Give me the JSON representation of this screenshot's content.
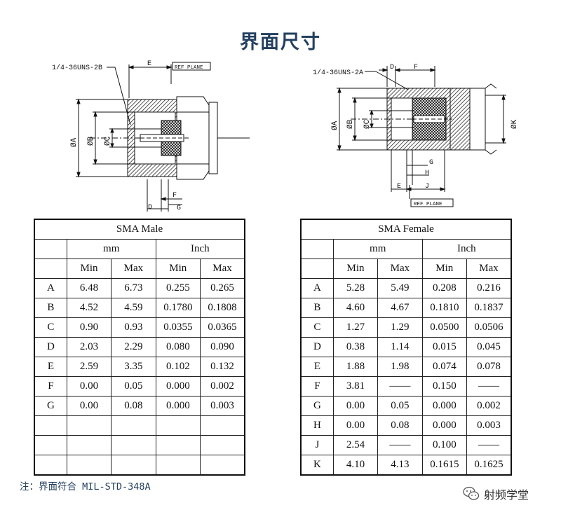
{
  "title": "界面尺寸",
  "male_drawing": {
    "thread_label": "1/4-36UNS-2B",
    "ref_plane_label": "REF PLANE",
    "dim_labels": {
      "E": "E",
      "F": "F",
      "D": "D",
      "G": "G",
      "A": "ØA",
      "B": "ØB",
      "C": "ØC"
    }
  },
  "female_drawing": {
    "thread_label": "1/4-36UNS-2A",
    "ref_plane_label": "REF PLANE",
    "dim_labels": {
      "D": "D",
      "F": "F",
      "G": "G",
      "H": "H",
      "E": "E",
      "J": "J",
      "A": "ØA",
      "B": "ØB",
      "C": "ØC",
      "K": "ØK"
    }
  },
  "male_table": {
    "title": "SMA Male",
    "unit_mm": "mm",
    "unit_inch": "Inch",
    "sub_headers": [
      "Min",
      "Max",
      "Min",
      "Max"
    ],
    "rows": [
      [
        "A",
        "6.48",
        "6.73",
        "0.255",
        "0.265"
      ],
      [
        "B",
        "4.52",
        "4.59",
        "0.1780",
        "0.1808"
      ],
      [
        "C",
        "0.90",
        "0.93",
        "0.0355",
        "0.0365"
      ],
      [
        "D",
        "2.03",
        "2.29",
        "0.080",
        "0.090"
      ],
      [
        "E",
        "2.59",
        "3.35",
        "0.102",
        "0.132"
      ],
      [
        "F",
        "0.00",
        "0.05",
        "0.000",
        "0.002"
      ],
      [
        "G",
        "0.00",
        "0.08",
        "0.000",
        "0.003"
      ],
      [
        "",
        "",
        "",
        "",
        ""
      ],
      [
        "",
        "",
        "",
        "",
        ""
      ],
      [
        "",
        "",
        "",
        "",
        ""
      ]
    ]
  },
  "female_table": {
    "title": "SMA Female",
    "unit_mm": "mm",
    "unit_inch": "Inch",
    "sub_headers": [
      "Min",
      "Max",
      "Min",
      "Max"
    ],
    "rows": [
      [
        "A",
        "5.28",
        "5.49",
        "0.208",
        "0.216"
      ],
      [
        "B",
        "4.60",
        "4.67",
        "0.1810",
        "0.1837"
      ],
      [
        "C",
        "1.27",
        "1.29",
        "0.0500",
        "0.0506"
      ],
      [
        "D",
        "0.38",
        "1.14",
        "0.015",
        "0.045"
      ],
      [
        "E",
        "1.88",
        "1.98",
        "0.074",
        "0.078"
      ],
      [
        "F",
        "3.81",
        "——",
        "0.150",
        "——"
      ],
      [
        "G",
        "0.00",
        "0.05",
        "0.000",
        "0.002"
      ],
      [
        "H",
        "0.00",
        "0.08",
        "0.000",
        "0.003"
      ],
      [
        "J",
        "2.54",
        "——",
        "0.100",
        "——"
      ],
      [
        "K",
        "4.10",
        "4.13",
        "0.1615",
        "0.1625"
      ]
    ]
  },
  "footnote": "注：界面符合 MIL-STD-348A",
  "watermark": {
    "text": "射频学堂",
    "icon": "wechat-icon"
  },
  "colors": {
    "title": "#23405f",
    "line": "#111111"
  }
}
